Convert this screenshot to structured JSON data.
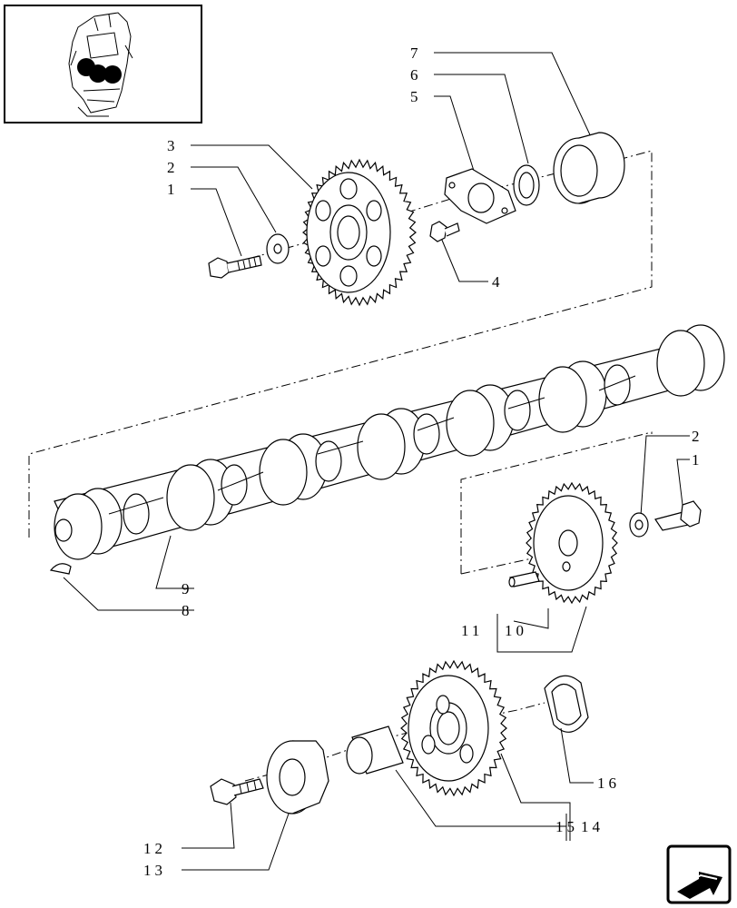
{
  "thumbnail": {
    "icon": "engine-location-thumbnail",
    "markers": 3
  },
  "callouts": {
    "c1_top": "1",
    "c2_top": "2",
    "c3": "3",
    "c4": "4",
    "c5": "5",
    "c6": "6",
    "c7": "7",
    "c8": "8",
    "c9": "9",
    "c2_right": "2",
    "c1_right": "1",
    "c11": "11",
    "c10": "10",
    "c12": "12",
    "c13": "13",
    "c15": "15",
    "c14": "14",
    "c16": "16"
  },
  "nav": {
    "icon": "next-page-arrow-icon"
  }
}
